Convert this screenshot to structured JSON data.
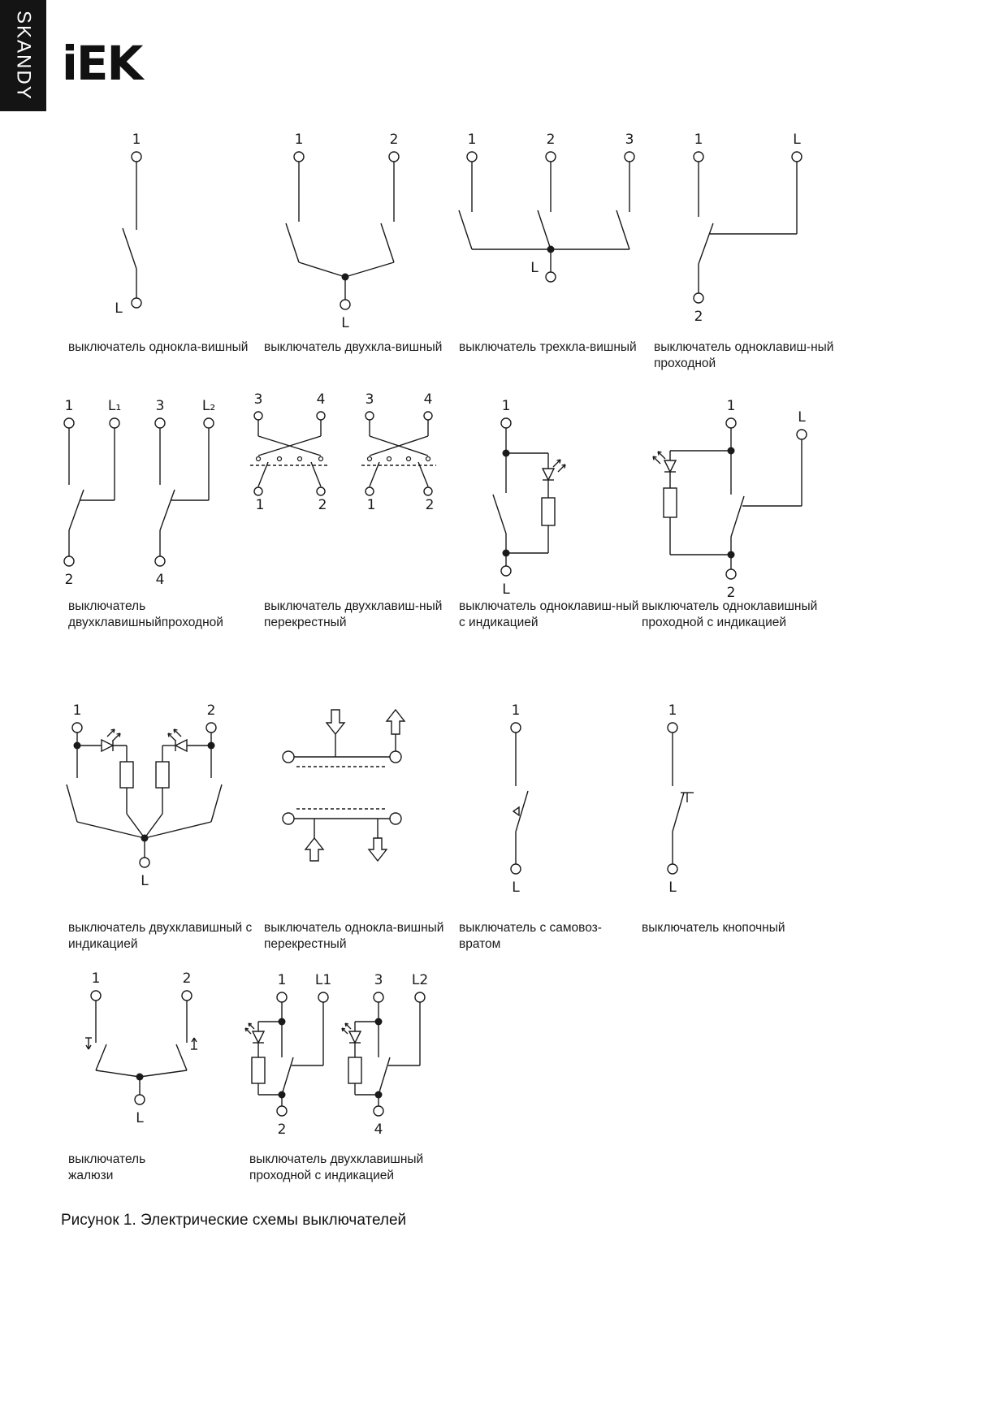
{
  "sidebar": {
    "brand": "SKANDY"
  },
  "logo": {
    "text": "iEK"
  },
  "figure": {
    "caption": "Рисунок 1. Электрические схемы выключателей"
  },
  "diagrams": [
    {
      "caption": "выключатель однокла-вишный",
      "labels": {
        "t1": "1",
        "l": "L"
      }
    },
    {
      "caption": "выключатель двухкла-вишный",
      "labels": {
        "t1": "1",
        "t2": "2",
        "l": "L"
      }
    },
    {
      "caption": "выключатель трехкла-вишный",
      "labels": {
        "t1": "1",
        "t2": "2",
        "t3": "3",
        "l": "L"
      }
    },
    {
      "caption": "выключатель одноклавиш-ный проходной",
      "labels": {
        "t1": "1",
        "l": "L",
        "t2": "2"
      }
    },
    {
      "caption": "выключатель двухклавишныйпроходной",
      "labels": {
        "t1": "1",
        "l1": "L₁",
        "t3": "3",
        "l2": "L₂",
        "t2": "2",
        "t4": "4"
      }
    },
    {
      "caption": "выключатель двухклавиш-ный перекрестный",
      "labels": {
        "a3": "3",
        "a4": "4",
        "a1": "1",
        "a2": "2",
        "b3": "3",
        "b4": "4",
        "b1": "1",
        "b2": "2"
      }
    },
    {
      "caption": "выключатель одноклавиш-ный с индикацией",
      "labels": {
        "t1": "1",
        "l": "L"
      }
    },
    {
      "caption": "выключатель одноклавишный проходной с индикацией",
      "labels": {
        "t1": "1",
        "l": "L",
        "t2": "2"
      }
    },
    {
      "caption": "выключатель двухклавишный с индикацией",
      "labels": {
        "t1": "1",
        "t2": "2",
        "l": "L"
      }
    },
    {
      "caption": "выключатель однокла-вишный перекрестный",
      "labels": {}
    },
    {
      "caption": "выключатель с самовоз-вратом",
      "labels": {
        "t1": "1",
        "l": "L"
      }
    },
    {
      "caption": "выключатель кнопочный",
      "labels": {
        "t1": "1",
        "l": "L"
      }
    },
    {
      "caption": "выключатель жалюзи",
      "labels": {
        "t1": "1",
        "t2": "2",
        "l": "L"
      }
    },
    {
      "caption": "выключатель двухклавишный проходной с индикацией",
      "labels": {
        "t1": "1",
        "l1": "L1",
        "t3": "3",
        "l2": "L2",
        "t2": "2",
        "t4": "4"
      }
    }
  ]
}
